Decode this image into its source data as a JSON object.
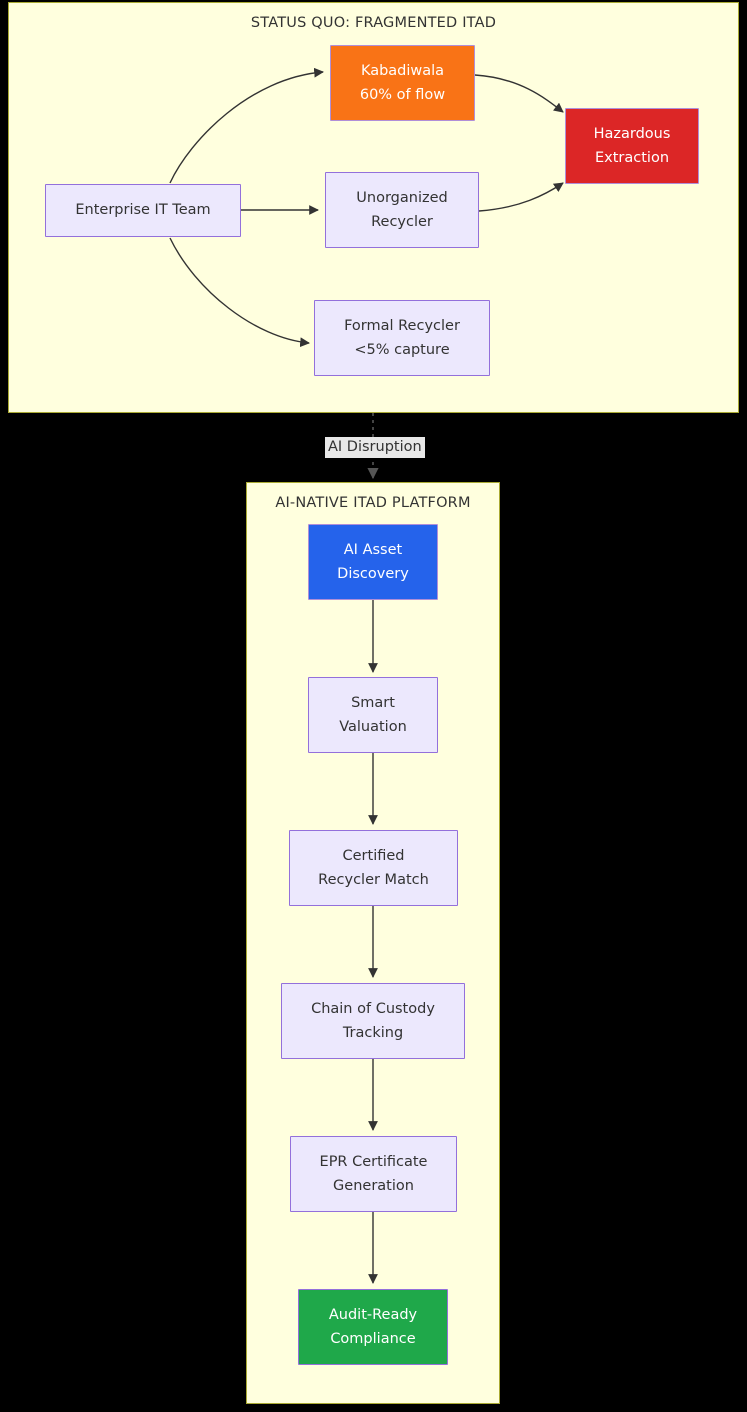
{
  "diagram": {
    "type": "flowchart",
    "orientation": "top-to-bottom",
    "background_color": "#000000"
  },
  "subgraphs": [
    {
      "id": "status-quo",
      "title": "STATUS QUO: FRAGMENTED ITAD",
      "background_color": "#ffffde",
      "border_color": "#aaaa33"
    },
    {
      "id": "ai-platform",
      "title": "AI-NATIVE ITAD PLATFORM",
      "background_color": "#ffffde",
      "border_color": "#aaaa33"
    }
  ],
  "nodes": {
    "enterprise_it_team": {
      "line1": "Enterprise IT Team",
      "line2": "",
      "fill": "#ece8fd",
      "stroke": "#9370db",
      "text_color": "#333333"
    },
    "kabadiwala": {
      "line1": "Kabadiwala",
      "line2": "60% of flow",
      "fill": "#f97316",
      "stroke": "#b08fd8",
      "text_color": "#ffffff"
    },
    "unorganized_recycler": {
      "line1": "Unorganized",
      "line2": "Recycler",
      "fill": "#ece8fd",
      "stroke": "#9370db",
      "text_color": "#333333"
    },
    "formal_recycler": {
      "line1": "Formal Recycler",
      "line2": "<5% capture",
      "fill": "#ece8fd",
      "stroke": "#9370db",
      "text_color": "#333333"
    },
    "hazardous_extraction": {
      "line1": "Hazardous",
      "line2": "Extraction",
      "fill": "#dc2626",
      "stroke": "#b08fd8",
      "text_color": "#ffffff"
    },
    "ai_asset_discovery": {
      "line1": "AI Asset",
      "line2": "Discovery",
      "fill": "#2563eb",
      "stroke": "#b08fd8",
      "text_color": "#ffffff"
    },
    "smart_valuation": {
      "line1": "Smart",
      "line2": "Valuation",
      "fill": "#ece8fd",
      "stroke": "#9370db",
      "text_color": "#333333"
    },
    "certified_recycler_match": {
      "line1": "Certified",
      "line2": "Recycler Match",
      "fill": "#ece8fd",
      "stroke": "#9370db",
      "text_color": "#333333"
    },
    "chain_of_custody": {
      "line1": "Chain of Custody",
      "line2": "Tracking",
      "fill": "#ece8fd",
      "stroke": "#9370db",
      "text_color": "#333333"
    },
    "epr_certificate": {
      "line1": "EPR Certificate",
      "line2": "Generation",
      "fill": "#ece8fd",
      "stroke": "#9370db",
      "text_color": "#333333"
    },
    "audit_ready_compliance": {
      "line1": "Audit-Ready",
      "line2": "Compliance",
      "fill": "#1fa84a",
      "stroke": "#9370db",
      "text_color": "#ffffff"
    }
  },
  "edge_labels": {
    "ai_disruption": "AI Disruption"
  }
}
